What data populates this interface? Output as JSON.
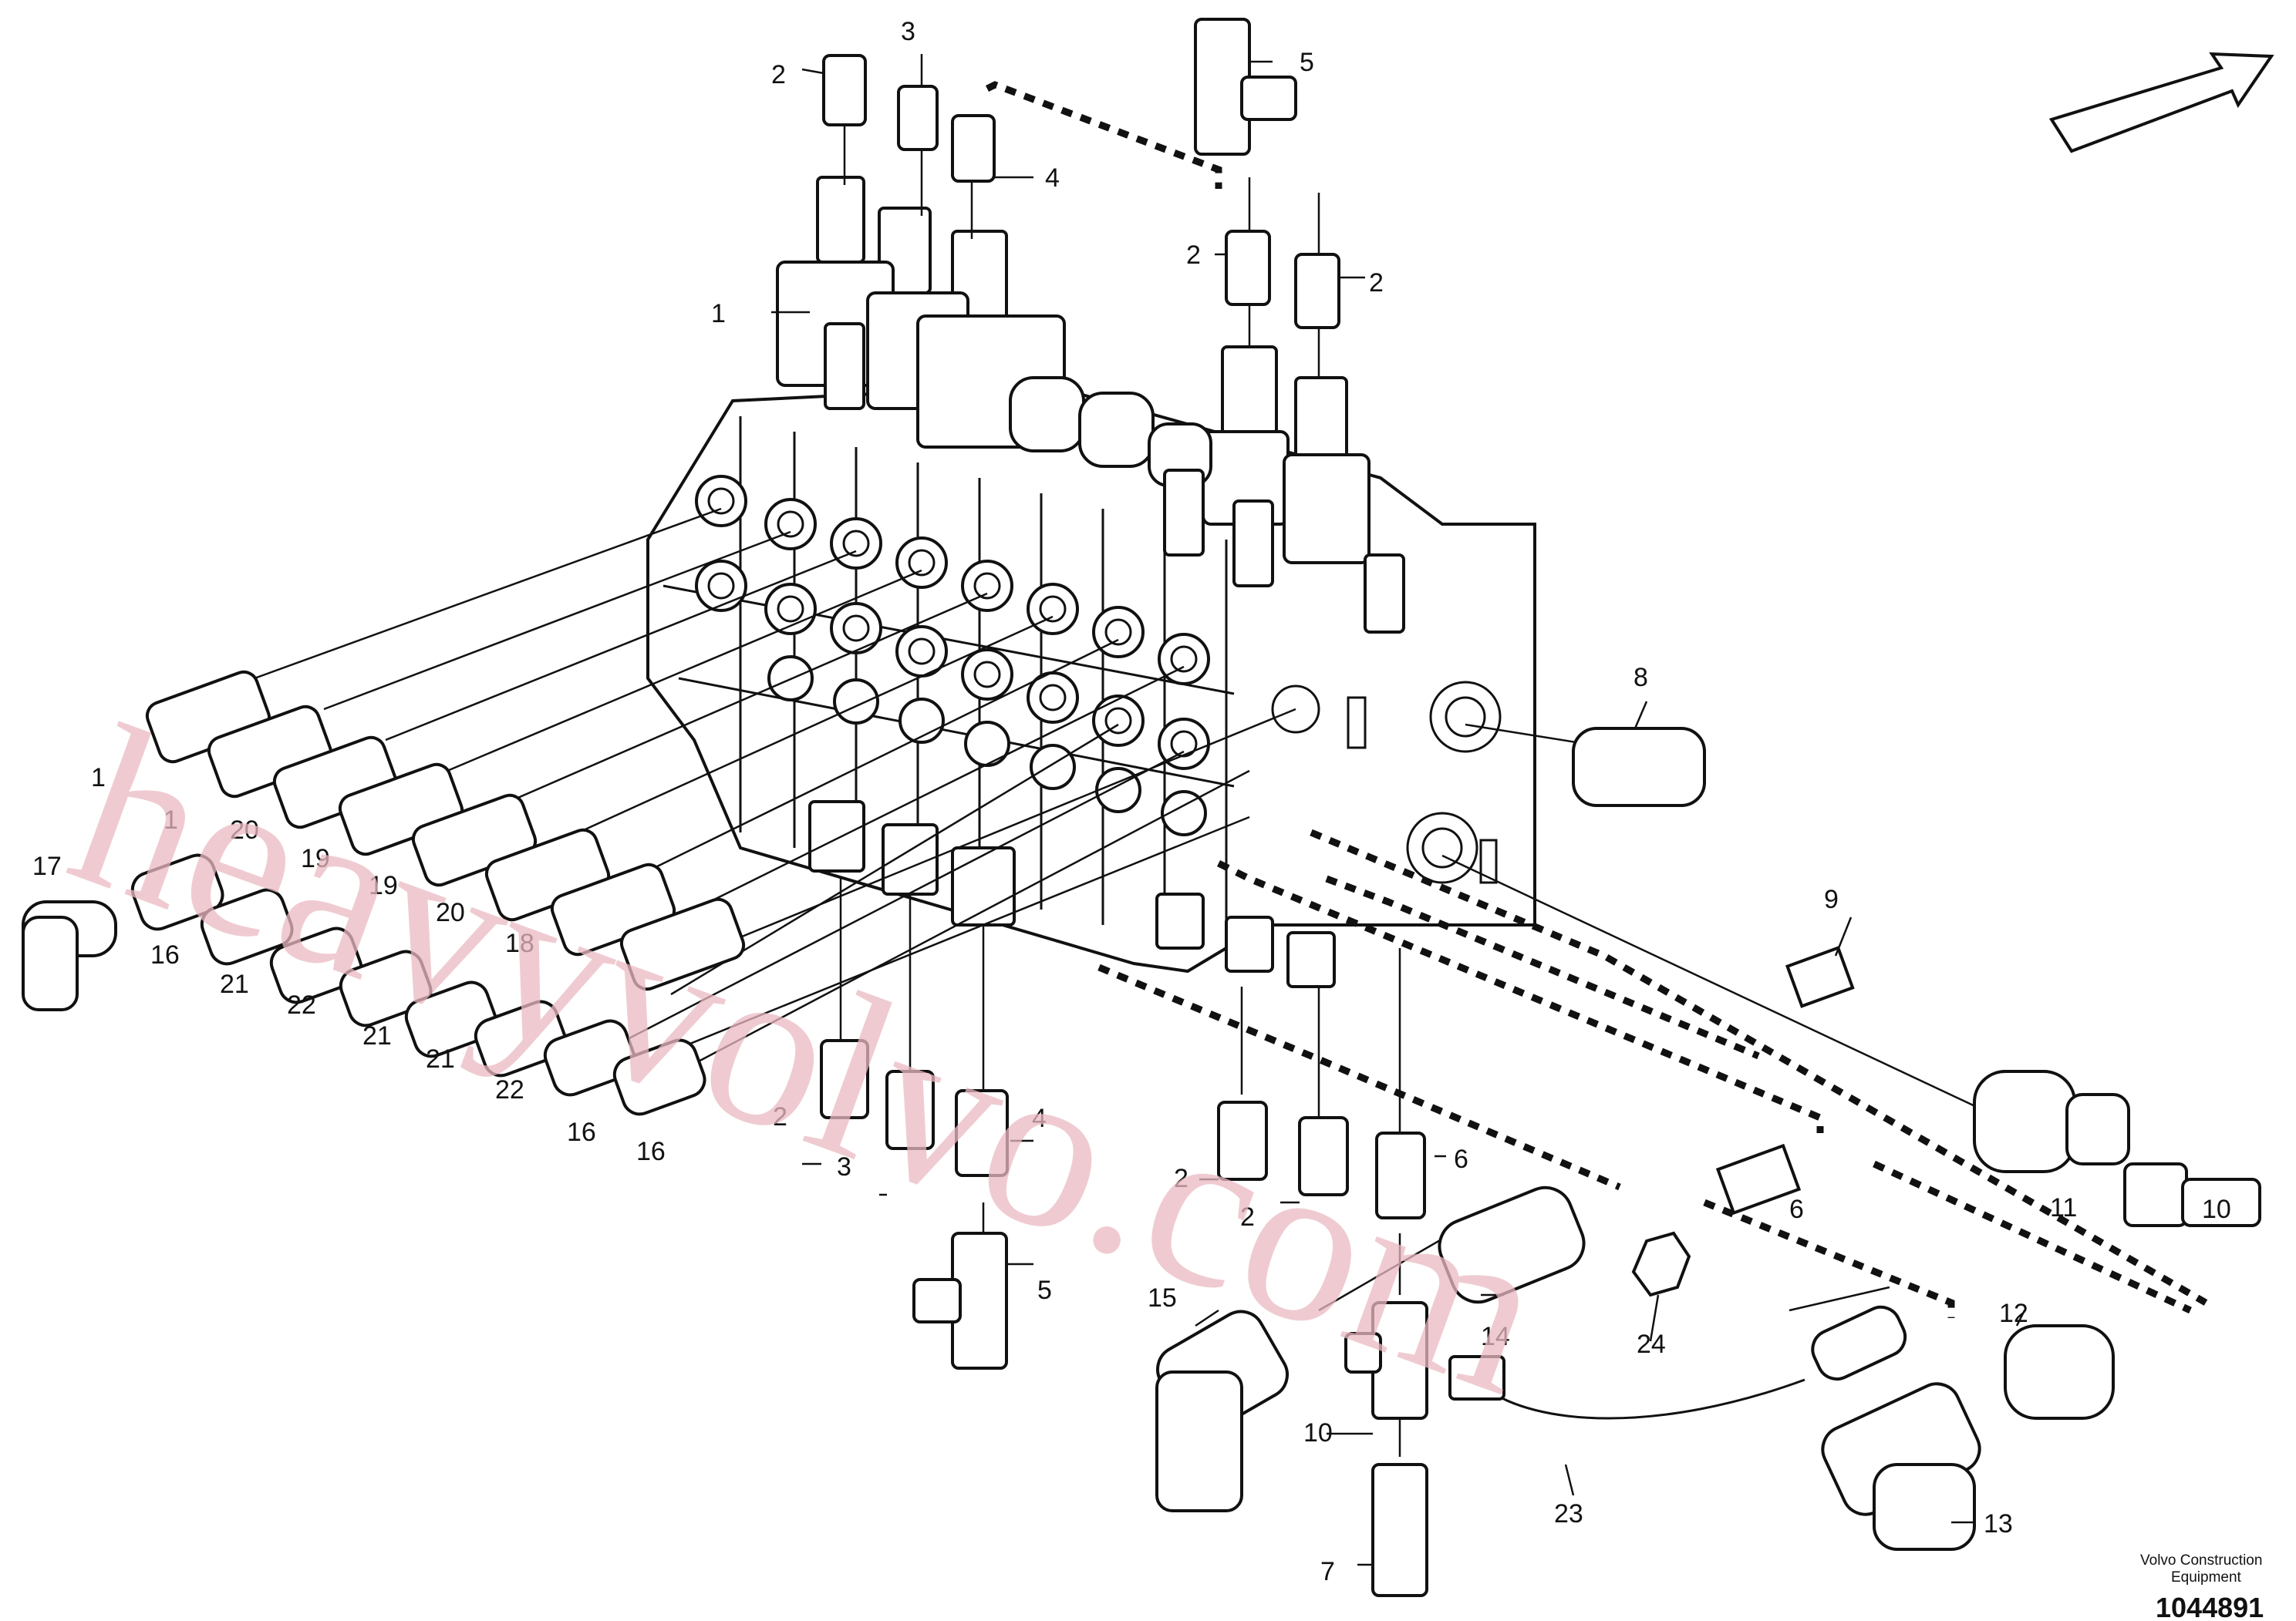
{
  "callouts": {
    "c1a": "1",
    "c1b": "1",
    "c1c": "1",
    "c2a": "2",
    "c2b": "2",
    "c2c": "2",
    "c2d": "2",
    "c2e": "2",
    "c2f": "2",
    "c3a": "3",
    "c3b": "3",
    "c4a": "4",
    "c4b": "4",
    "c5a": "5",
    "c5b": "5",
    "c6a": "6",
    "c6b": "6",
    "c7": "7",
    "c8": "8",
    "c9": "9",
    "c10a": "10",
    "c10b": "10",
    "c11": "11",
    "c12": "12",
    "c13": "13",
    "c14": "14",
    "c15": "15",
    "c16a": "16",
    "c16b": "16",
    "c16c": "16",
    "c17": "17",
    "c18": "18",
    "c19a": "19",
    "c19b": "19",
    "c20a": "20",
    "c20b": "20",
    "c21a": "21",
    "c21b": "21",
    "c21c": "21",
    "c22a": "22",
    "c22b": "22",
    "c23": "23",
    "c24": "24"
  },
  "watermark": "heavyvolvo.com",
  "footer": {
    "brand_line1": "Volvo Construction",
    "brand_line2": "Equipment",
    "doc_number": "1044891"
  }
}
